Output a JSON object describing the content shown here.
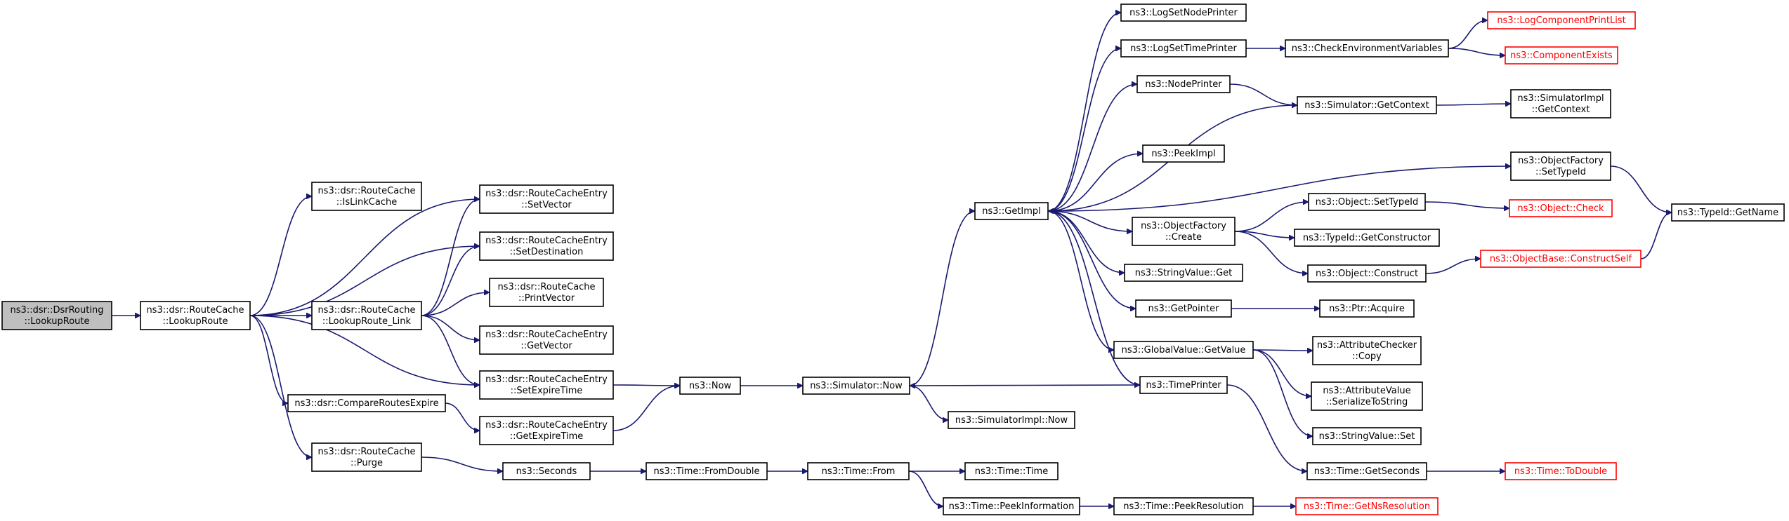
{
  "nodes": [
    {
      "id": "n_dsrrouting",
      "lines": [
        "ns3::dsr::DsrRouting",
        "::LookupRoute"
      ],
      "root": true,
      "red": false
    },
    {
      "id": "n_rc_lookuproute",
      "lines": [
        "ns3::dsr::RouteCache",
        "::LookupRoute"
      ]
    },
    {
      "id": "n_rc_islinkcache",
      "lines": [
        "ns3::dsr::RouteCache",
        "::IsLinkCache"
      ]
    },
    {
      "id": "n_rce_setvector",
      "lines": [
        "ns3::dsr::RouteCacheEntry",
        "::SetVector"
      ]
    },
    {
      "id": "n_rce_setdest",
      "lines": [
        "ns3::dsr::RouteCacheEntry",
        "::SetDestination"
      ]
    },
    {
      "id": "n_rc_printvector",
      "lines": [
        "ns3::dsr::RouteCache",
        "::PrintVector"
      ]
    },
    {
      "id": "n_rc_lookuproute_link",
      "lines": [
        "ns3::dsr::RouteCache",
        "::LookupRoute_Link"
      ]
    },
    {
      "id": "n_rce_getvector",
      "lines": [
        "ns3::dsr::RouteCacheEntry",
        "::GetVector"
      ]
    },
    {
      "id": "n_rce_setexpire",
      "lines": [
        "ns3::dsr::RouteCacheEntry",
        "::SetExpireTime"
      ]
    },
    {
      "id": "n_compare",
      "lines": [
        "ns3::dsr::CompareRoutesExpire"
      ]
    },
    {
      "id": "n_rce_getexpire",
      "lines": [
        "ns3::dsr::RouteCacheEntry",
        "::GetExpireTime"
      ]
    },
    {
      "id": "n_rc_purge",
      "lines": [
        "ns3::dsr::RouteCache",
        "::Purge"
      ]
    },
    {
      "id": "n_now",
      "lines": [
        "ns3::Now"
      ]
    },
    {
      "id": "n_seconds",
      "lines": [
        "ns3::Seconds"
      ]
    },
    {
      "id": "n_sim_now",
      "lines": [
        "ns3::Simulator::Now"
      ]
    },
    {
      "id": "n_time_fromdouble",
      "lines": [
        "ns3::Time::FromDouble"
      ]
    },
    {
      "id": "n_getimpl",
      "lines": [
        "ns3::GetImpl"
      ]
    },
    {
      "id": "n_simimpl_now",
      "lines": [
        "ns3::SimulatorImpl::Now"
      ]
    },
    {
      "id": "n_time_from",
      "lines": [
        "ns3::Time::From"
      ]
    },
    {
      "id": "n_time_time",
      "lines": [
        "ns3::Time::Time"
      ]
    },
    {
      "id": "n_time_peekinfo",
      "lines": [
        "ns3::Time::PeekInformation"
      ]
    },
    {
      "id": "n_logsetnodeprinter",
      "lines": [
        "ns3::LogSetNodePrinter"
      ]
    },
    {
      "id": "n_logsettimeprinter",
      "lines": [
        "ns3::LogSetTimePrinter"
      ]
    },
    {
      "id": "n_nodeprinter",
      "lines": [
        "ns3::NodePrinter"
      ]
    },
    {
      "id": "n_peekimpl",
      "lines": [
        "ns3::PeekImpl"
      ]
    },
    {
      "id": "n_objfactory_create",
      "lines": [
        "ns3::ObjectFactory",
        "::Create"
      ]
    },
    {
      "id": "n_stringvalue_get",
      "lines": [
        "ns3::StringValue::Get"
      ]
    },
    {
      "id": "n_getpointer",
      "lines": [
        "ns3::GetPointer"
      ]
    },
    {
      "id": "n_globalvalue_getvalue",
      "lines": [
        "ns3::GlobalValue::GetValue"
      ]
    },
    {
      "id": "n_timeprinter",
      "lines": [
        "ns3::TimePrinter"
      ]
    },
    {
      "id": "n_time_peekres",
      "lines": [
        "ns3::Time::PeekResolution"
      ]
    },
    {
      "id": "n_checkenv",
      "lines": [
        "ns3::CheckEnvironmentVariables"
      ]
    },
    {
      "id": "n_sim_getcontext",
      "lines": [
        "ns3::Simulator::GetContext"
      ]
    },
    {
      "id": "n_object_settypeid",
      "lines": [
        "ns3::Object::SetTypeId"
      ]
    },
    {
      "id": "n_typeid_getconstructor",
      "lines": [
        "ns3::TypeId::GetConstructor"
      ]
    },
    {
      "id": "n_object_construct",
      "lines": [
        "ns3::Object::Construct"
      ]
    },
    {
      "id": "n_ptr_acquire",
      "lines": [
        "ns3::Ptr::Acquire"
      ]
    },
    {
      "id": "n_attrchecker_copy",
      "lines": [
        "ns3::AttributeChecker",
        "::Copy"
      ]
    },
    {
      "id": "n_attrvalue_serialize",
      "lines": [
        "ns3::AttributeValue",
        "::SerializeToString"
      ]
    },
    {
      "id": "n_stringvalue_set",
      "lines": [
        "ns3::StringValue::Set"
      ]
    },
    {
      "id": "n_time_getseconds",
      "lines": [
        "ns3::Time::GetSeconds"
      ]
    },
    {
      "id": "n_time_getnsres",
      "lines": [
        "ns3::Time::GetNsResolution"
      ],
      "red": true
    },
    {
      "id": "n_logcomponentprintlist",
      "lines": [
        "ns3::LogComponentPrintList"
      ],
      "red": true
    },
    {
      "id": "n_componentexists",
      "lines": [
        "ns3::ComponentExists"
      ],
      "red": true
    },
    {
      "id": "n_simimpl_getcontext",
      "lines": [
        "ns3::SimulatorImpl",
        "::GetContext"
      ]
    },
    {
      "id": "n_objfactory_settypeid",
      "lines": [
        "ns3::ObjectFactory",
        "::SetTypeId"
      ]
    },
    {
      "id": "n_object_check",
      "lines": [
        "ns3::Object::Check"
      ],
      "red": true
    },
    {
      "id": "n_objectbase_constructself",
      "lines": [
        "ns3::ObjectBase::ConstructSelf"
      ],
      "red": true
    },
    {
      "id": "n_time_todouble",
      "lines": [
        "ns3::Time::ToDouble"
      ],
      "red": true
    },
    {
      "id": "n_typeid_getname",
      "lines": [
        "ns3::TypeId::GetName"
      ]
    }
  ],
  "edges": [
    [
      "n_dsrrouting",
      "n_rc_lookuproute"
    ],
    [
      "n_rc_lookuproute",
      "n_rc_islinkcache"
    ],
    [
      "n_rc_lookuproute",
      "n_rce_setvector"
    ],
    [
      "n_rc_lookuproute",
      "n_rce_setdest"
    ],
    [
      "n_rc_lookuproute",
      "n_rc_lookuproute_link"
    ],
    [
      "n_rc_lookuproute",
      "n_rce_setexpire"
    ],
    [
      "n_rc_lookuproute",
      "n_compare"
    ],
    [
      "n_rc_lookuproute",
      "n_rc_purge"
    ],
    [
      "n_rc_lookuproute_link",
      "n_rce_setvector"
    ],
    [
      "n_rc_lookuproute_link",
      "n_rce_setdest"
    ],
    [
      "n_rc_lookuproute_link",
      "n_rc_printvector"
    ],
    [
      "n_rc_lookuproute_link",
      "n_rce_getvector"
    ],
    [
      "n_rc_lookuproute_link",
      "n_rce_setexpire"
    ],
    [
      "n_compare",
      "n_rce_getexpire"
    ],
    [
      "n_rc_purge",
      "n_seconds"
    ],
    [
      "n_rce_setexpire",
      "n_now"
    ],
    [
      "n_rce_getexpire",
      "n_now"
    ],
    [
      "n_now",
      "n_sim_now"
    ],
    [
      "n_sim_now",
      "n_getimpl"
    ],
    [
      "n_sim_now",
      "n_simimpl_now"
    ],
    [
      "n_seconds",
      "n_time_fromdouble"
    ],
    [
      "n_time_fromdouble",
      "n_time_from"
    ],
    [
      "n_time_from",
      "n_time_time"
    ],
    [
      "n_time_from",
      "n_time_peekinfo"
    ],
    [
      "n_time_peekinfo",
      "n_time_peekres"
    ],
    [
      "n_time_peekres",
      "n_time_getnsres"
    ],
    [
      "n_getimpl",
      "n_logsetnodeprinter"
    ],
    [
      "n_getimpl",
      "n_logsettimeprinter"
    ],
    [
      "n_getimpl",
      "n_nodeprinter"
    ],
    [
      "n_getimpl",
      "n_peekimpl"
    ],
    [
      "n_getimpl",
      "n_objfactory_settypeid"
    ],
    [
      "n_getimpl",
      "n_objfactory_create"
    ],
    [
      "n_getimpl",
      "n_stringvalue_get"
    ],
    [
      "n_getimpl",
      "n_getpointer"
    ],
    [
      "n_getimpl",
      "n_globalvalue_getvalue"
    ],
    [
      "n_getimpl",
      "n_timeprinter"
    ],
    [
      "n_logsettimeprinter",
      "n_checkenv"
    ],
    [
      "n_checkenv",
      "n_logcomponentprintlist"
    ],
    [
      "n_checkenv",
      "n_componentexists"
    ],
    [
      "n_nodeprinter",
      "n_sim_getcontext"
    ],
    [
      "n_sim_getcontext",
      "n_getimpl"
    ],
    [
      "n_sim_getcontext",
      "n_simimpl_getcontext"
    ],
    [
      "n_timeprinter",
      "n_sim_now"
    ],
    [
      "n_timeprinter",
      "n_time_getseconds"
    ],
    [
      "n_time_getseconds",
      "n_time_todouble"
    ],
    [
      "n_objfactory_create",
      "n_object_settypeid"
    ],
    [
      "n_objfactory_create",
      "n_typeid_getconstructor"
    ],
    [
      "n_objfactory_create",
      "n_object_construct"
    ],
    [
      "n_object_settypeid",
      "n_object_check"
    ],
    [
      "n_object_construct",
      "n_objectbase_constructself"
    ],
    [
      "n_objectbase_constructself",
      "n_typeid_getname"
    ],
    [
      "n_objfactory_settypeid",
      "n_typeid_getname"
    ],
    [
      "n_getpointer",
      "n_ptr_acquire"
    ],
    [
      "n_globalvalue_getvalue",
      "n_attrchecker_copy"
    ],
    [
      "n_globalvalue_getvalue",
      "n_attrvalue_serialize"
    ],
    [
      "n_globalvalue_getvalue",
      "n_stringvalue_set"
    ]
  ]
}
